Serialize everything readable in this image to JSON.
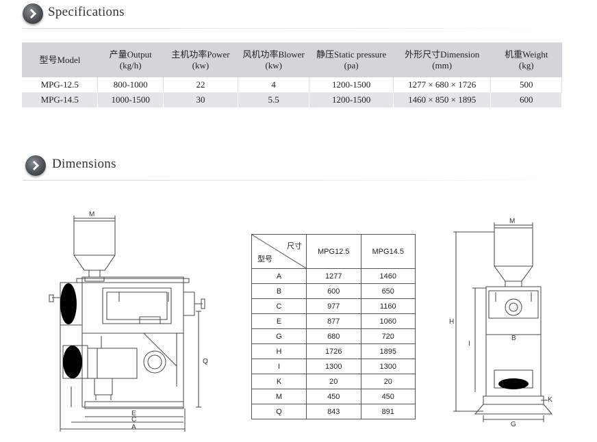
{
  "spec_section": {
    "title": "Specifications",
    "icon": "chevron-right-icon"
  },
  "dim_section": {
    "title": "Dimensions",
    "icon": "chevron-right-icon"
  },
  "spec_table": {
    "headers": [
      [
        "型号Model",
        ""
      ],
      [
        "产量Output",
        "(kg/h)"
      ],
      [
        "主机功率Power",
        "(kw)"
      ],
      [
        "风机功率Blower",
        "(kw)"
      ],
      [
        "静压Static pressure",
        "(pa)"
      ],
      [
        "外形尺寸Dimension",
        "(mm)"
      ],
      [
        "机重Weight",
        "(kg)"
      ]
    ],
    "rows": [
      [
        "MPG-12.5",
        "800-1000",
        "22",
        "4",
        "1200-1500",
        "1277 × 680 × 1726",
        "500"
      ],
      [
        "MPG-14.5",
        "1000-1500",
        "30",
        "5.5",
        "1200-1500",
        "1460 × 850 × 1895",
        "600"
      ]
    ]
  },
  "dim_table": {
    "corner_top": "尺寸",
    "corner_bottom": "型号",
    "models": [
      "MPG12.5",
      "MPG14.5"
    ],
    "rows": [
      [
        "A",
        "1277",
        "1460"
      ],
      [
        "B",
        "600",
        "650"
      ],
      [
        "C",
        "977",
        "1160"
      ],
      [
        "E",
        "877",
        "1060"
      ],
      [
        "G",
        "680",
        "720"
      ],
      [
        "H",
        "1726",
        "1895"
      ],
      [
        "I",
        "1300",
        "1300"
      ],
      [
        "K",
        "20",
        "20"
      ],
      [
        "M",
        "450",
        "450"
      ],
      [
        "Q",
        "843",
        "891"
      ]
    ]
  },
  "drawing_labels": {
    "front": {
      "M": "M",
      "E": "E",
      "C": "C",
      "A": "A",
      "Q": "Q"
    },
    "side": {
      "M": "M",
      "H": "H",
      "I": "I",
      "B": "B",
      "G": "G",
      "K": "K"
    }
  }
}
